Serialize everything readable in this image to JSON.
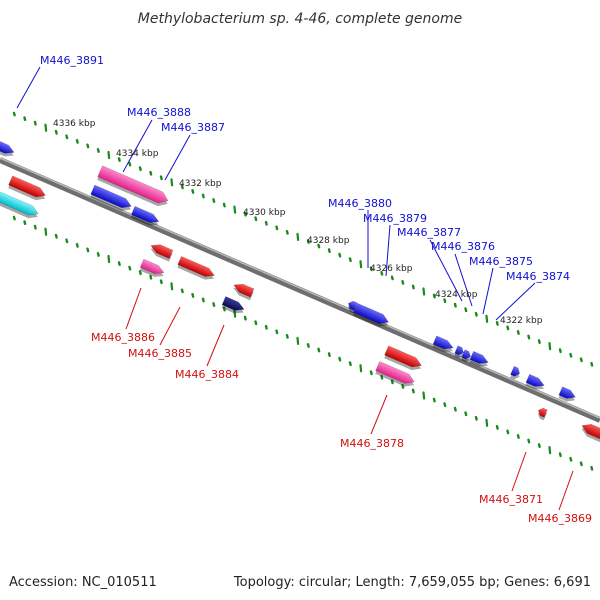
{
  "title": "Methylobacterium sp. 4-46, complete genome",
  "footer": {
    "accession": "Accession: NC_010511",
    "summary": "Topology: circular; Length: 7,659,055 bp; Genes: 6,691"
  },
  "colors": {
    "forward": "#1010e0",
    "reverse": "#e01010",
    "rna": "#ff44aa",
    "cyan": "#00e0e8",
    "navy": "#101070",
    "backbone": "#808080",
    "ticks": "#1a8a1a"
  },
  "scale_labels": [
    "4336 kbp",
    "4334 kbp",
    "4332 kbp",
    "4330 kbp",
    "4328 kbp",
    "4326 kbp",
    "4324 kbp",
    "4322 kbp"
  ],
  "gene_labels": {
    "top": [
      "M446_3891",
      "M446_3888",
      "M446_3887",
      "M446_3880",
      "M446_3879",
      "M446_3877",
      "M446_3876",
      "M446_3875",
      "M446_3874"
    ],
    "bottom": [
      "M446_3886",
      "M446_3885",
      "M446_3884",
      "M446_3878",
      "M446_3871",
      "M446_3869"
    ]
  }
}
